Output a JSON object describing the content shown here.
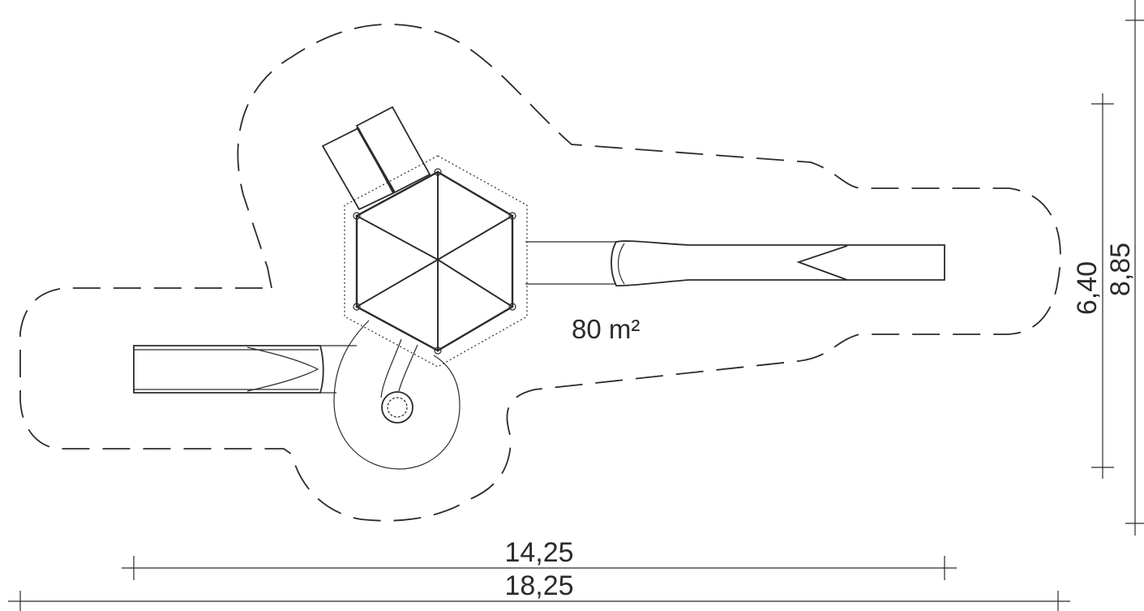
{
  "drawing": {
    "area_label": "80 m²",
    "dimensions": {
      "width_inner": "14,25",
      "width_outer": "18,25",
      "height_inner": "6,40",
      "height_outer": "8,85"
    }
  }
}
